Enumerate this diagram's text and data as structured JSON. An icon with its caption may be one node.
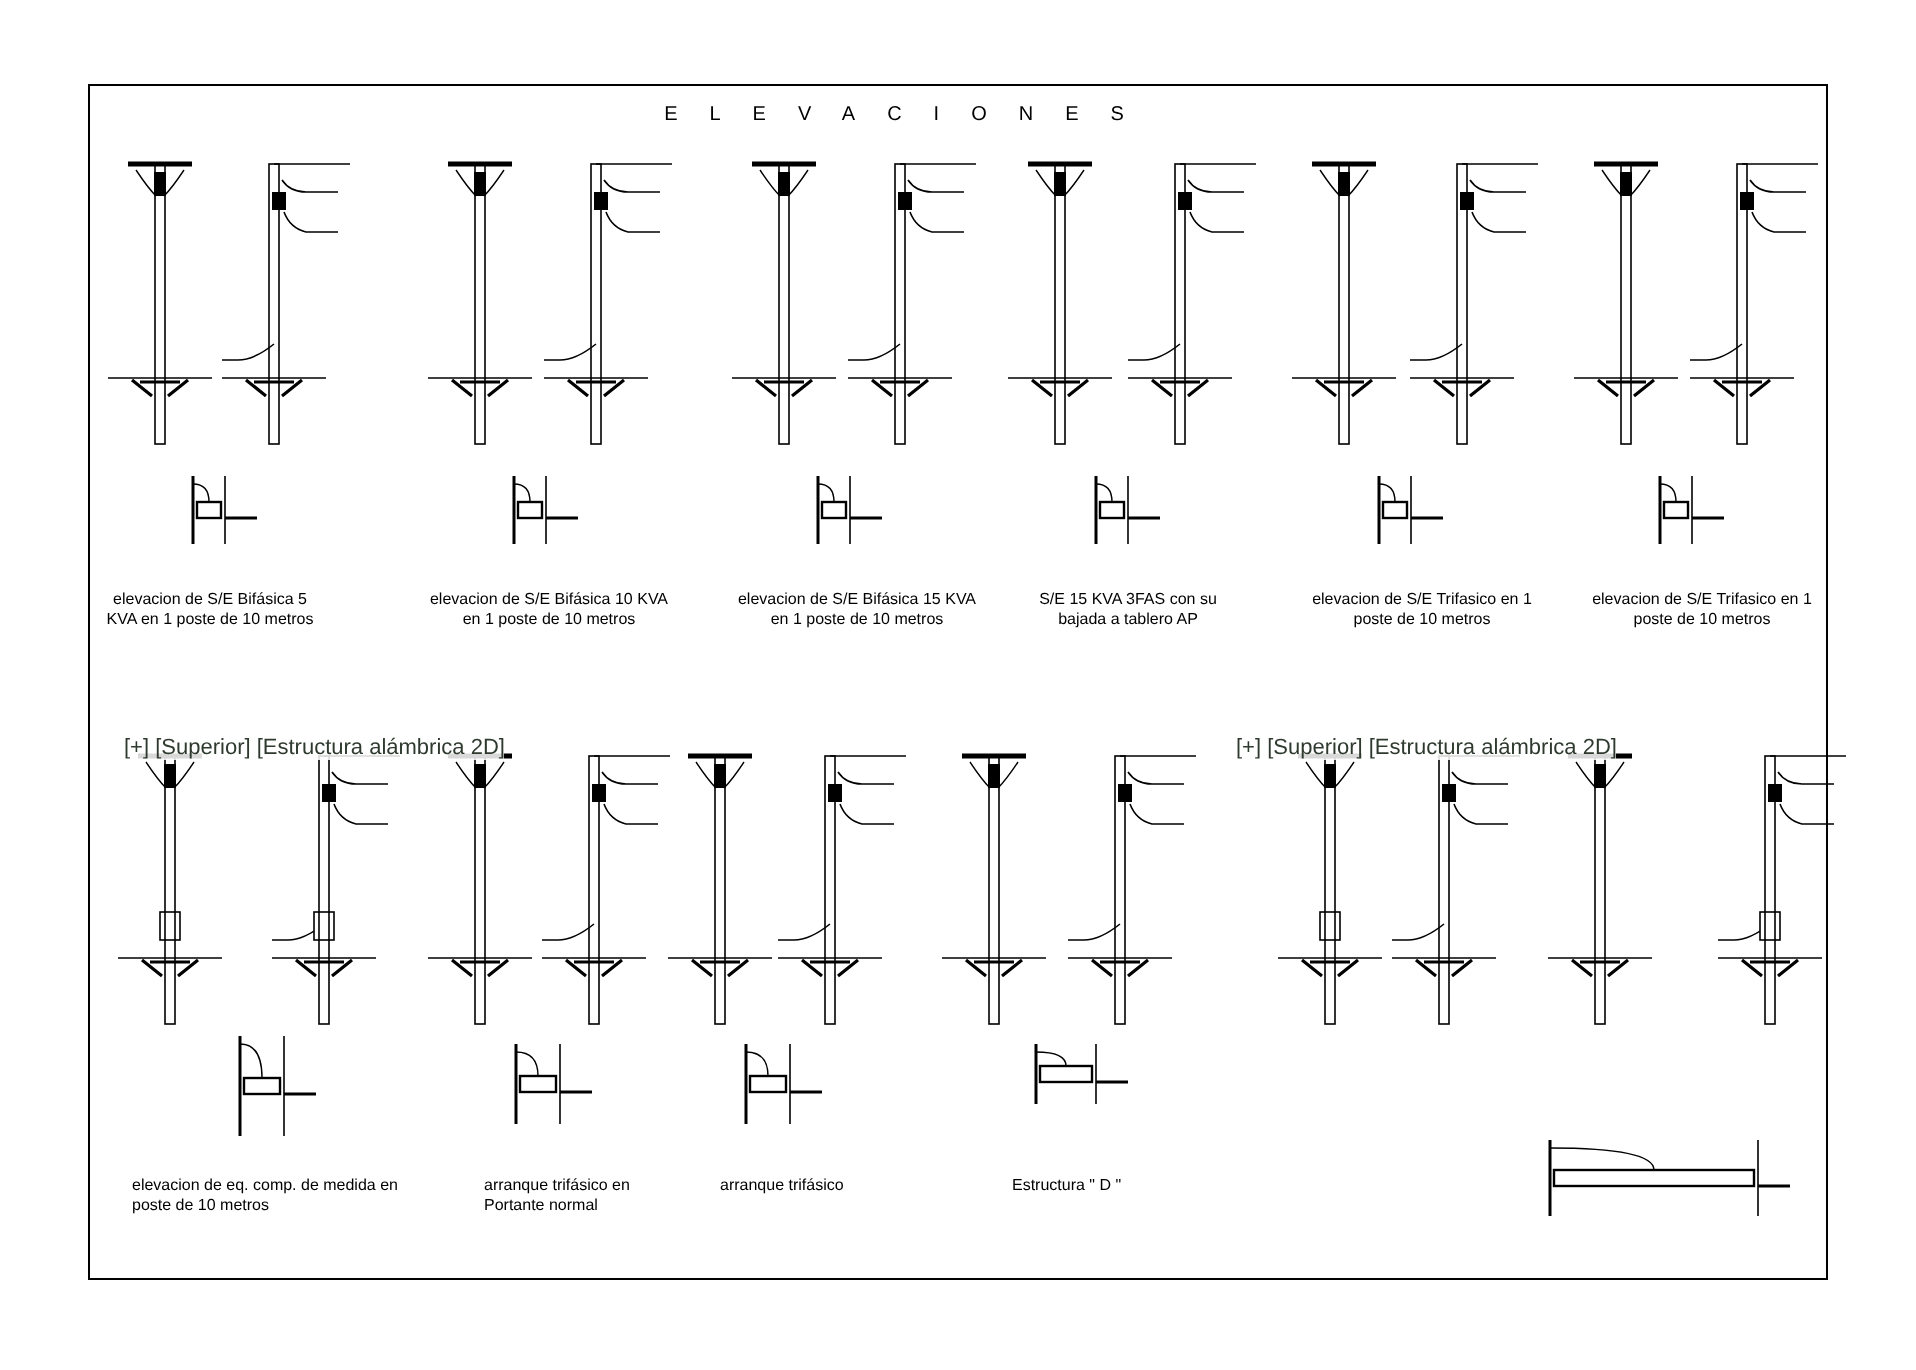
{
  "diagram": {
    "title": "ELEVACIONES",
    "labels": [
      "elevacion de S/E Bifásica 5 KVA en 1 poste de 10 metros",
      "elevacion de S/E Bifásica 10 KVA en 1 poste de 10 metros",
      "elevacion de S/E Bifásica 15 KVA en 1 poste de 10 metros",
      "S/E 15 KVA 3FAS con su bajada a tablero AP",
      "elevacion de S/E Trifasico en 1 poste de 10 metros",
      "elevacion de S/E Trifasico en 1 poste de 10 metros",
      "[+] [Superior] [Estructura alámbrica 2D]",
      "[+] [Superior] [Estructura alámbrica 2D]",
      "elevacion de eq. comp. de medida en poste de 10 metros",
      "arranque trifásico en Portante normal",
      "arranque trifásico",
      "Estructura \" D \""
    ]
  }
}
